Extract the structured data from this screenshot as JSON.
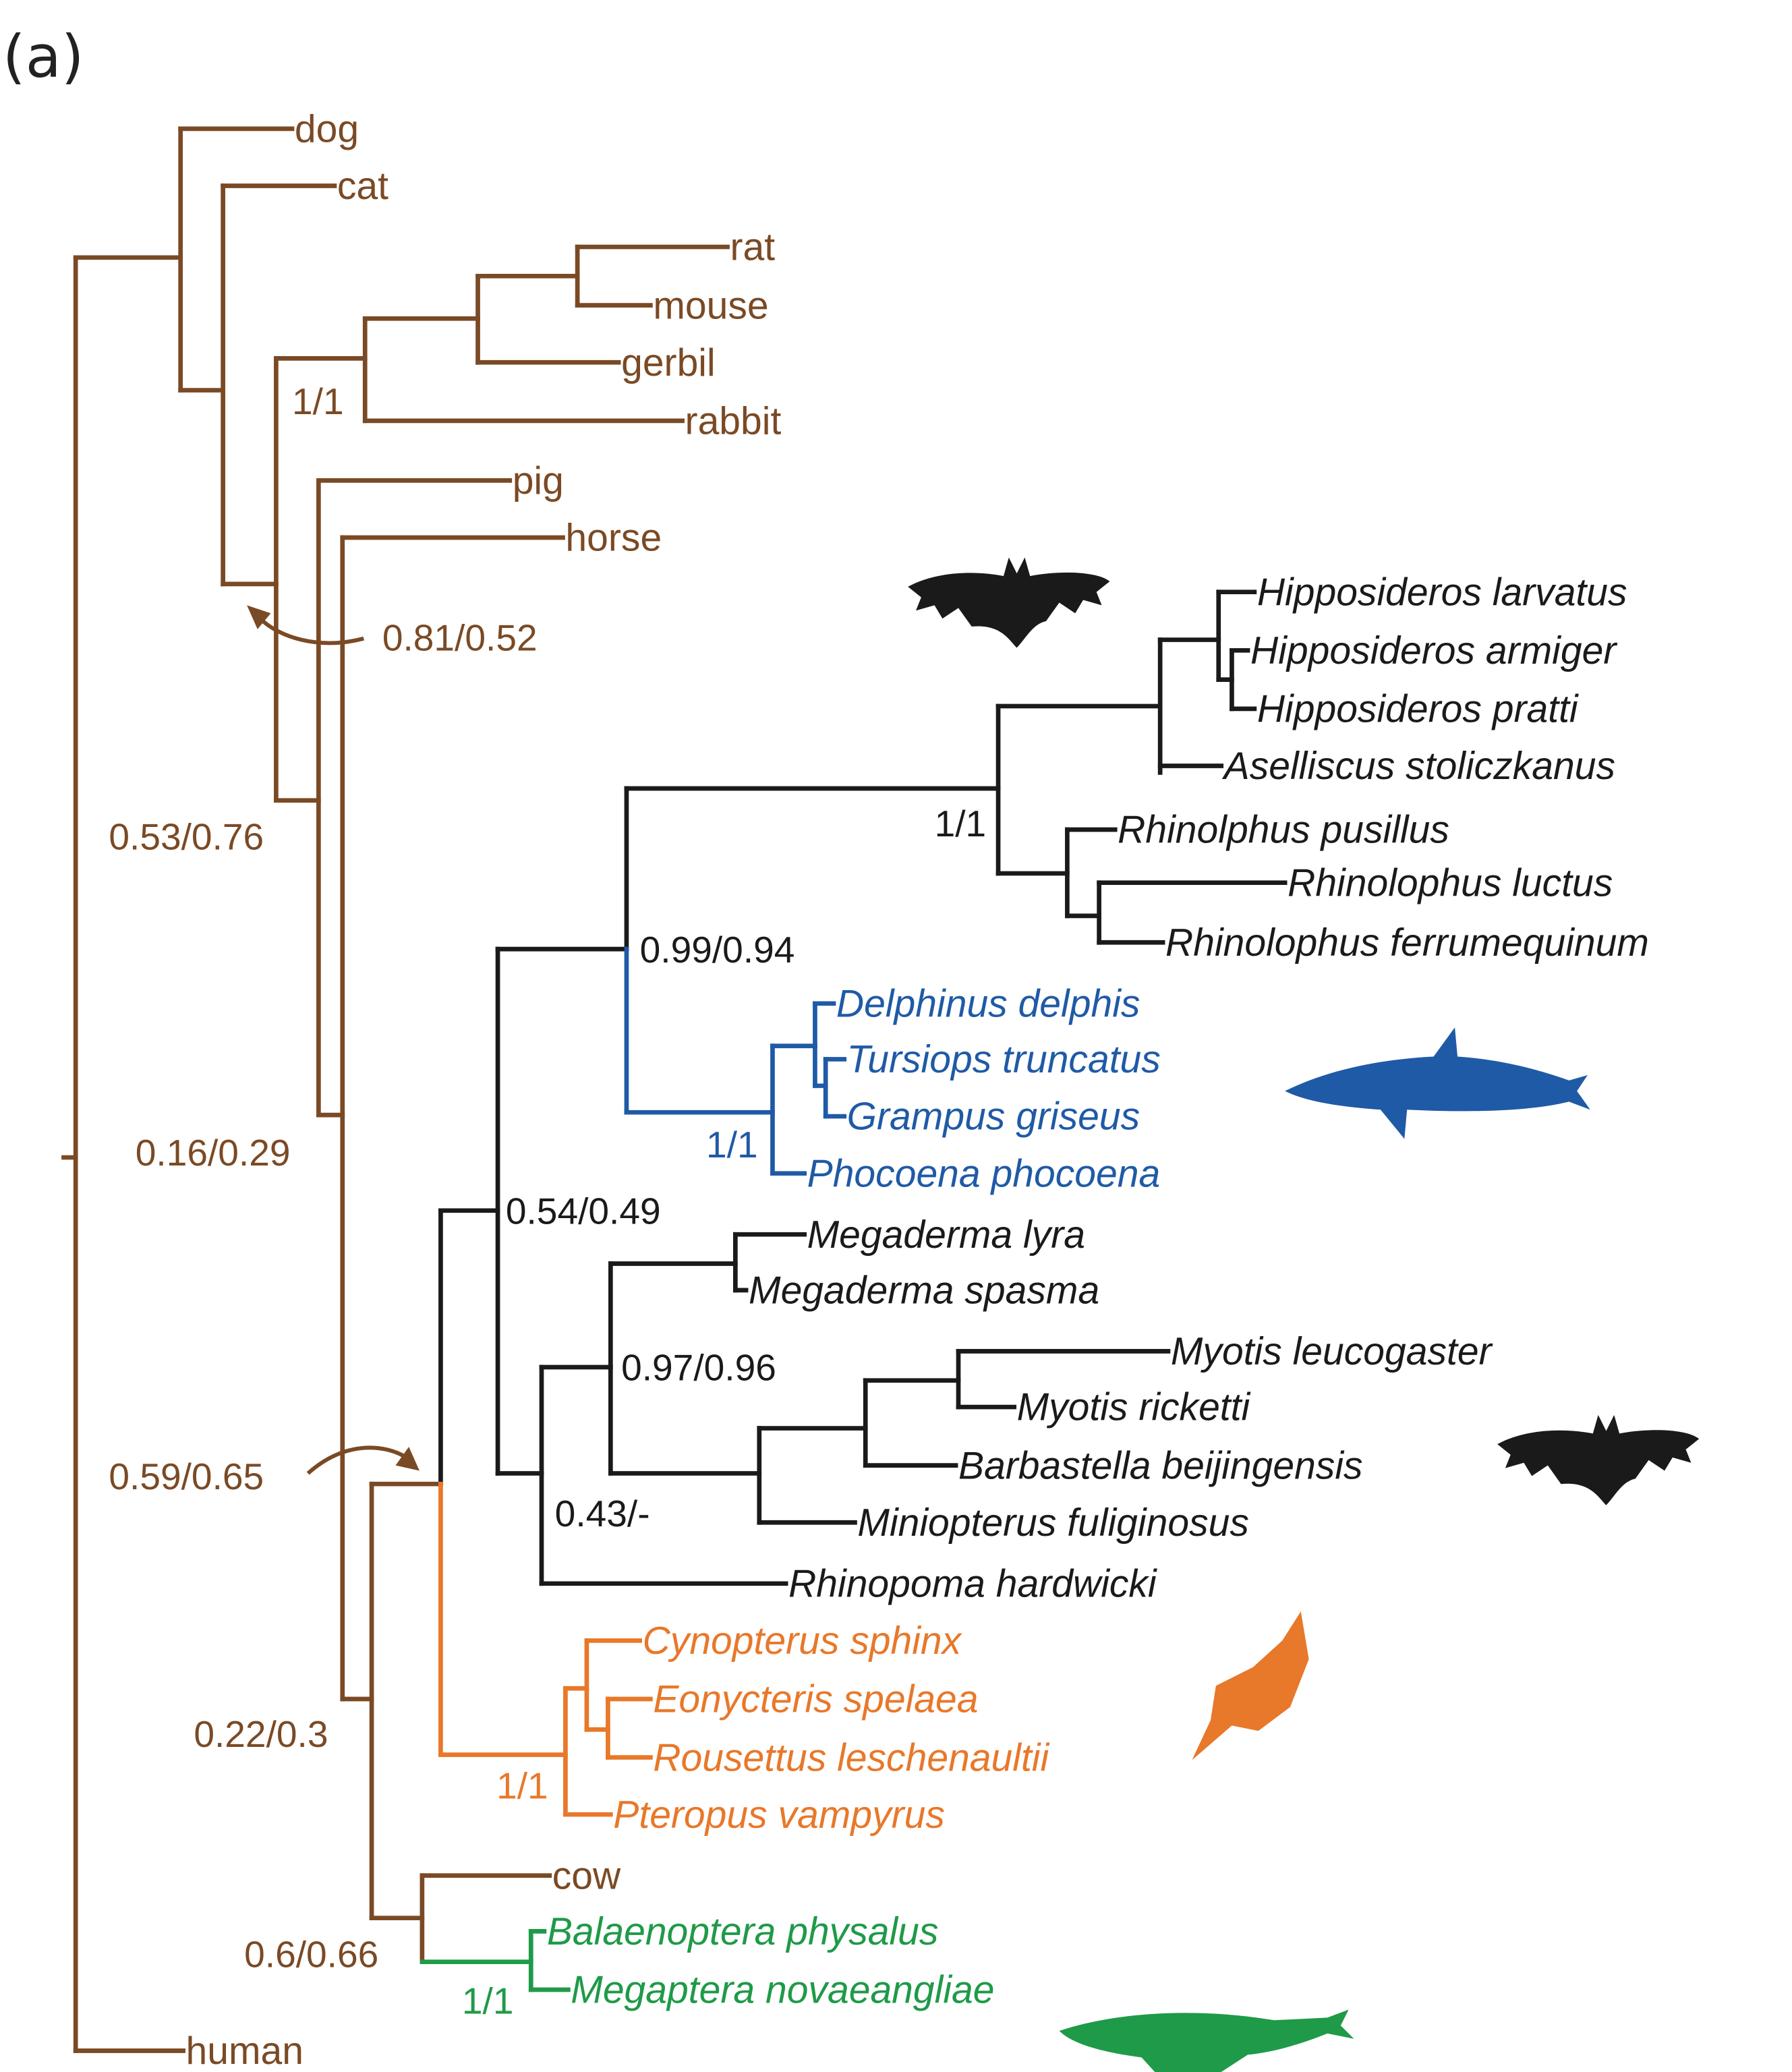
{
  "panel_label": "(a)",
  "colors": {
    "outgroup": "#7a4a25",
    "bats_microchiroptera": "#1a1a1a",
    "dolphins": "#1f5aa6",
    "fruit_bats": "#e8782a",
    "whales": "#1f9a48"
  },
  "taxa": [
    {
      "id": "dog",
      "label": "dog",
      "group": "outgroup",
      "italic": false
    },
    {
      "id": "cat",
      "label": "cat",
      "group": "outgroup",
      "italic": false
    },
    {
      "id": "rat",
      "label": "rat",
      "group": "outgroup",
      "italic": false
    },
    {
      "id": "mouse",
      "label": "mouse",
      "group": "outgroup",
      "italic": false
    },
    {
      "id": "gerbil",
      "label": "gerbil",
      "group": "outgroup",
      "italic": false
    },
    {
      "id": "rabbit",
      "label": "rabbit",
      "group": "outgroup",
      "italic": false
    },
    {
      "id": "pig",
      "label": "pig",
      "group": "outgroup",
      "italic": false
    },
    {
      "id": "horse",
      "label": "horse",
      "group": "outgroup",
      "italic": false
    },
    {
      "id": "hlar",
      "label": "Hipposideros larvatus",
      "group": "bats_microchiroptera",
      "italic": true
    },
    {
      "id": "harm",
      "label": "Hipposideros armiger",
      "group": "bats_microchiroptera",
      "italic": true
    },
    {
      "id": "hpra",
      "label": "Hipposideros pratti",
      "group": "bats_microchiroptera",
      "italic": true
    },
    {
      "id": "asto",
      "label": "Aselliscus stoliczkanus",
      "group": "bats_microchiroptera",
      "italic": true
    },
    {
      "id": "rpus",
      "label": "Rhinolphus pusillus",
      "group": "bats_microchiroptera",
      "italic": true
    },
    {
      "id": "rluc",
      "label": "Rhinolophus luctus",
      "group": "bats_microchiroptera",
      "italic": true
    },
    {
      "id": "rfer",
      "label": "Rhinolophus ferrumequinum",
      "group": "bats_microchiroptera",
      "italic": true
    },
    {
      "id": "ddel",
      "label": "Delphinus delphis",
      "group": "dolphins",
      "italic": true
    },
    {
      "id": "ttru",
      "label": "Tursiops truncatus",
      "group": "dolphins",
      "italic": true
    },
    {
      "id": "ggri",
      "label": "Grampus griseus",
      "group": "dolphins",
      "italic": true
    },
    {
      "id": "ppho",
      "label": "Phocoena phocoena",
      "group": "dolphins",
      "italic": true
    },
    {
      "id": "mlyr",
      "label": "Megaderma lyra",
      "group": "bats_microchiroptera",
      "italic": true
    },
    {
      "id": "mspa",
      "label": "Megaderma spasma",
      "group": "bats_microchiroptera",
      "italic": true
    },
    {
      "id": "mleu",
      "label": "Myotis leucogaster",
      "group": "bats_microchiroptera",
      "italic": true
    },
    {
      "id": "mric",
      "label": "Myotis ricketti",
      "group": "bats_microchiroptera",
      "italic": true
    },
    {
      "id": "bbei",
      "label": "Barbastella beijingensis",
      "group": "bats_microchiroptera",
      "italic": true
    },
    {
      "id": "mful",
      "label": "Miniopterus fuliginosus",
      "group": "bats_microchiroptera",
      "italic": true
    },
    {
      "id": "rhar",
      "label": "Rhinopoma hardwicki",
      "group": "bats_microchiroptera",
      "italic": true
    },
    {
      "id": "csph",
      "label": "Cynopterus sphinx",
      "group": "fruit_bats",
      "italic": true
    },
    {
      "id": "espe",
      "label": "Eonycteris spelaea",
      "group": "fruit_bats",
      "italic": true
    },
    {
      "id": "rles",
      "label": "Rousettus leschenaultii",
      "group": "fruit_bats",
      "italic": true
    },
    {
      "id": "pvam",
      "label": "Pteropus vampyrus",
      "group": "fruit_bats",
      "italic": true
    },
    {
      "id": "cow",
      "label": "cow",
      "group": "outgroup",
      "italic": false
    },
    {
      "id": "bphy",
      "label": "Balaenoptera physalus",
      "group": "whales",
      "italic": true
    },
    {
      "id": "mnov",
      "label": "Megaptera novaeangliae",
      "group": "whales",
      "italic": true
    },
    {
      "id": "human",
      "label": "human",
      "group": "outgroup",
      "italic": false
    }
  ],
  "support_values": [
    {
      "node": "glires",
      "label": "1/1",
      "group": "outgroup"
    },
    {
      "node": "pig-horse-arrow",
      "label": "0.81/0.52",
      "group": "outgroup"
    },
    {
      "node": "laurasiatheria-a",
      "label": "0.53/0.76",
      "group": "outgroup"
    },
    {
      "node": "laurasiatheria-b",
      "label": "0.16/0.29",
      "group": "outgroup"
    },
    {
      "node": "rhinolophoidea",
      "label": "1/1",
      "group": "bats_microchiroptera"
    },
    {
      "node": "rhino-dolphin",
      "label": "0.99/0.94",
      "group": "bats_microchiroptera"
    },
    {
      "node": "dolphins",
      "label": "1/1",
      "group": "dolphins"
    },
    {
      "node": "echolocators",
      "label": "0.54/0.49",
      "group": "bats_microchiroptera"
    },
    {
      "node": "megaderma-vesper",
      "label": "0.97/0.96",
      "group": "bats_microchiroptera"
    },
    {
      "node": "yangochiroptera",
      "label": "0.43/-",
      "group": "bats_microchiroptera"
    },
    {
      "node": "chiroptera-arrow",
      "label": "0.59/0.65",
      "group": "outgroup"
    },
    {
      "node": "pteropodidae",
      "label": "1/1",
      "group": "fruit_bats"
    },
    {
      "node": "scrotifera",
      "label": "0.22/0.3",
      "group": "outgroup"
    },
    {
      "node": "cetartiodactyla",
      "label": "0.6/0.66",
      "group": "outgroup"
    },
    {
      "node": "whales",
      "label": "1/1",
      "group": "whales"
    }
  ],
  "silhouettes": [
    {
      "id": "bat-top",
      "kind": "bat",
      "group": "bats_microchiroptera"
    },
    {
      "id": "dolphin",
      "kind": "dolphin",
      "group": "dolphins"
    },
    {
      "id": "bat-mid",
      "kind": "bat",
      "group": "bats_microchiroptera"
    },
    {
      "id": "fruit-bat",
      "kind": "fruit-bat",
      "group": "fruit_bats"
    },
    {
      "id": "whale",
      "kind": "whale",
      "group": "whales"
    }
  ]
}
